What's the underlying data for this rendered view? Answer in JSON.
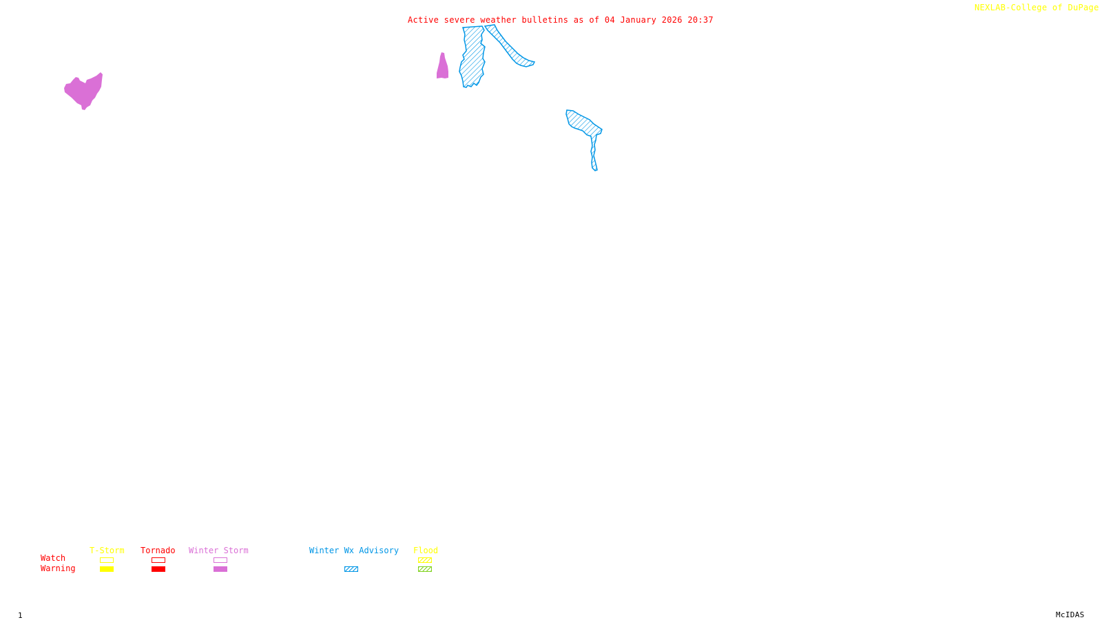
{
  "header": {
    "title": "Active severe weather bulletins as of 04 January 2026 20:37",
    "credit": "NEXLAB-College of DuPage",
    "credit_icon": "corner-arrow-icon"
  },
  "footer": {
    "frame_number": "1",
    "software": "McIDAS"
  },
  "colors": {
    "title": "#ff0000",
    "credit": "#ffff00",
    "tstorm": "#ffff00",
    "tornado": "#ff0000",
    "winter_storm": "#da70d6",
    "winter_wx_advisory": "#0096e6",
    "flood_watch": "#ffff00",
    "flood_warning": "#7fd21e"
  },
  "legend": {
    "rows": [
      "Watch",
      "Warning"
    ],
    "columns": [
      {
        "key": "tstorm",
        "label": "T-Storm",
        "watch": "outline",
        "warning": "solid"
      },
      {
        "key": "tornado",
        "label": "Tornado",
        "watch": "outline",
        "warning": "solid"
      },
      {
        "key": "winter_storm",
        "label": "Winter Storm",
        "watch": "outline",
        "warning": "solid"
      },
      {
        "key": "winter_wx_advisory",
        "label": "Winter Wx Advisory",
        "watch": null,
        "warning": "hatched"
      },
      {
        "key": "flood",
        "label": "Flood",
        "watch": "hatched",
        "warning": "hatched"
      }
    ]
  },
  "map_areas": [
    {
      "type": "Winter Storm Warning",
      "region": "west"
    },
    {
      "type": "Winter Storm Warning",
      "region": "north-central"
    },
    {
      "type": "Winter Wx Advisory",
      "region": "north-central"
    },
    {
      "type": "Winter Wx Advisory",
      "region": "north-central east"
    },
    {
      "type": "Winter Wx Advisory",
      "region": "central"
    }
  ]
}
